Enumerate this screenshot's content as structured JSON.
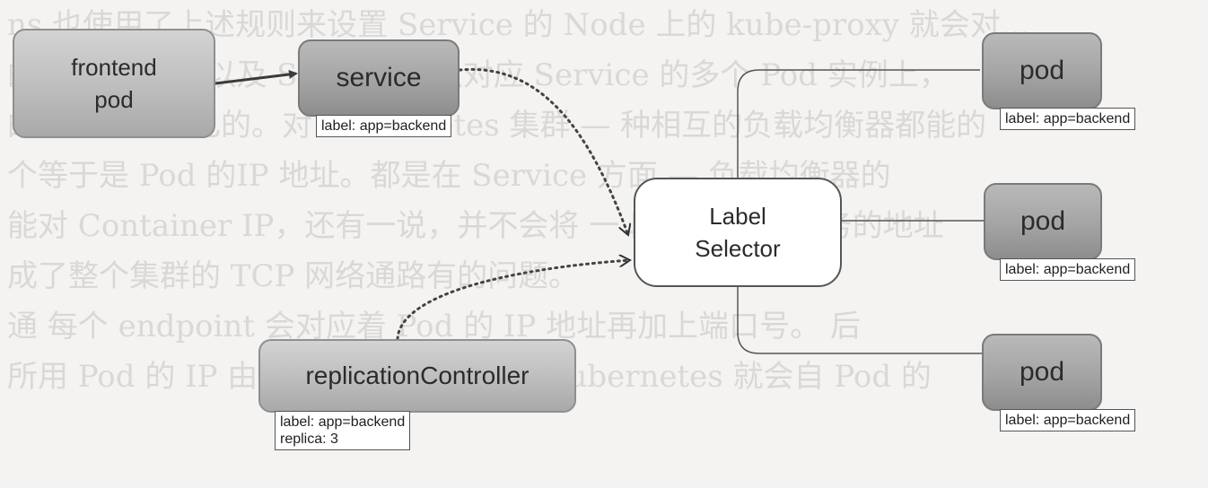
{
  "background_text": [
    "ns 也使用了上述规则来设置 Service 的 Node 上的 kube-proxy 就会对...",
    "的 Pod 关联，以及 Service 可以对应 Service 的多个 Pod 实例上，",
    "的都会各说自己的。对 Kubernetes 集群 — 种相互的负载均衡器都能的",
    "个等于是 Pod 的IP 地址。都是在 Service 方面 — 负载均衡器的",
    "能对 Container IP，还有一说，并不会将 一 段多的这种 服务的地址",
    "成了整个集群的 TCP 网络通路有的问题。",
    "通 每个 endpoint 会对应着 Pod 的 IP 地址再加上端口号。 后",
    "所用 Pod 的 IP 由 Service 来获取的，Kubernetes 就会自 Pod 的"
  ],
  "nodes": {
    "frontend_pod": {
      "line1": "frontend",
      "line2": "pod"
    },
    "service": {
      "title": "service",
      "label": "label: app=backend"
    },
    "label_selector": {
      "line1": "Label",
      "line2": "Selector"
    },
    "replication_controller": {
      "title": "replicationController",
      "label_line1": "label: app=backend",
      "label_line2": "replica: 3"
    },
    "pods": [
      {
        "title": "pod",
        "label": "label: app=backend"
      },
      {
        "title": "pod",
        "label": "label: app=backend"
      },
      {
        "title": "pod",
        "label": "label: app=backend"
      }
    ]
  },
  "colors": {
    "node_fill_light": "#bdbdbd",
    "node_fill_dark": "#a4a4a4",
    "line": "#555555",
    "dotted": "#444444",
    "arrow": "#3a3a3a"
  }
}
